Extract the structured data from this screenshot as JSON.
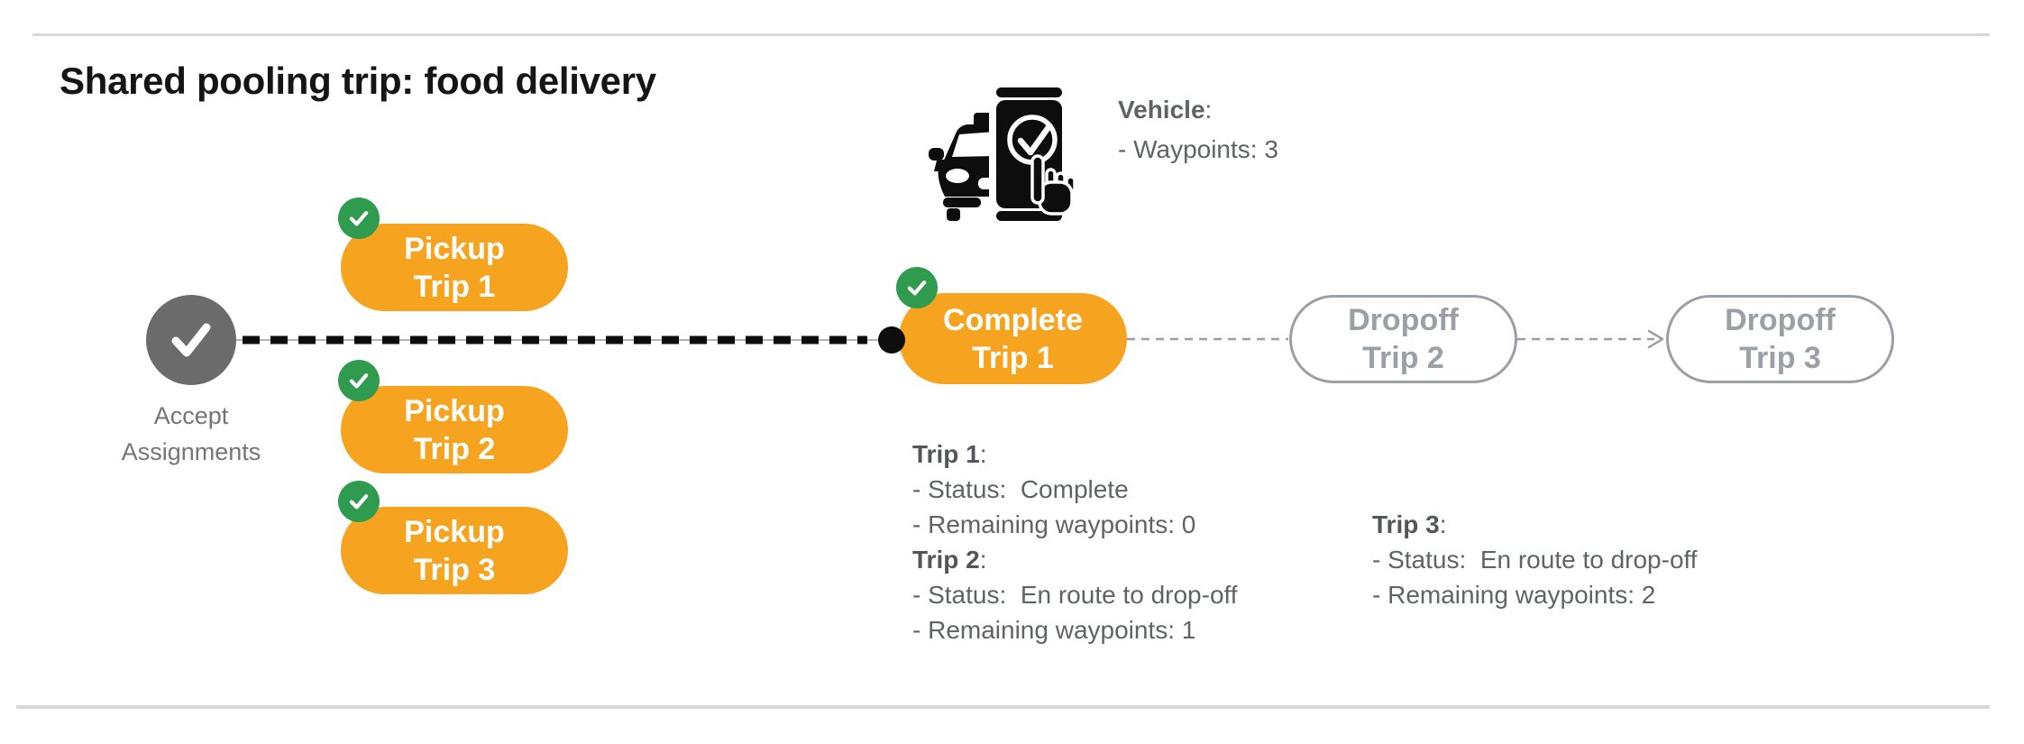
{
  "title": "Shared pooling trip: food delivery",
  "colors": {
    "orange": "#F6A320",
    "green": "#2F9B4F",
    "gray_node": "#6B6B6B",
    "outline_gray": "#9AA0A6",
    "text_gray": "#5F6368",
    "divider": "#D8D8D8",
    "line_black": "#0D0D0D"
  },
  "vehicle": {
    "icon": "car-phone-check-icon",
    "label_bold": "Vehicle",
    "label_suffix": ":",
    "waypoints": "- Waypoints: 3"
  },
  "flow": {
    "accept": {
      "icon": "check-icon",
      "label_line1": "Accept",
      "label_line2": "Assignments"
    },
    "pickups": [
      {
        "badge_icon": "check-badge-icon",
        "line1": "Pickup",
        "line2": "Trip 1"
      },
      {
        "badge_icon": "check-badge-icon",
        "line1": "Pickup",
        "line2": "Trip 2"
      },
      {
        "badge_icon": "check-badge-icon",
        "line1": "Pickup",
        "line2": "Trip 3"
      }
    ],
    "complete": {
      "badge_icon": "check-badge-icon",
      "line1": "Complete",
      "line2": "Trip 1"
    },
    "dropoffs": [
      {
        "line1": "Dropoff",
        "line2": "Trip 2"
      },
      {
        "line1": "Dropoff",
        "line2": "Trip 3"
      }
    ]
  },
  "status": {
    "trip1": {
      "header_bold": "Trip 1",
      "header_suffix": ":",
      "status_line": "- Status:  Complete",
      "waypoints_line": "- Remaining waypoints: 0"
    },
    "trip2": {
      "header_bold": "Trip 2",
      "header_suffix": ":",
      "status_line": "- Status:  En route to drop-off",
      "waypoints_line": "- Remaining waypoints: 1"
    },
    "trip3": {
      "header_bold": "Trip 3",
      "header_suffix": ":",
      "status_line": "- Status:  En route to drop-off",
      "waypoints_line": "- Remaining waypoints: 2"
    }
  }
}
